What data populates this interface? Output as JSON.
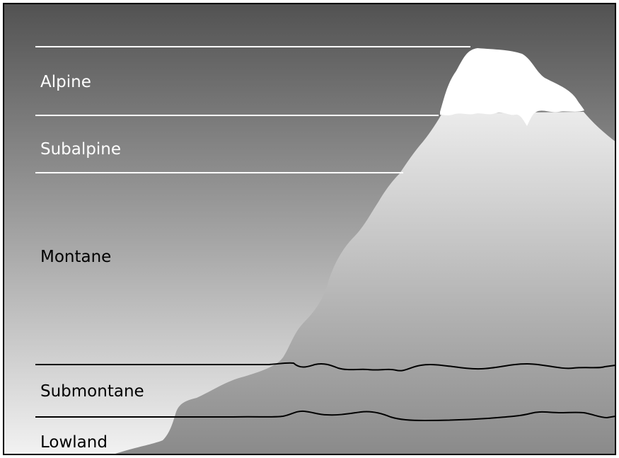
{
  "diagram": {
    "zones": {
      "alpine": "Alpine",
      "subalpine": "Subalpine",
      "montane": "Montane",
      "submontane": "Submontane",
      "lowland": "Lowland"
    }
  }
}
